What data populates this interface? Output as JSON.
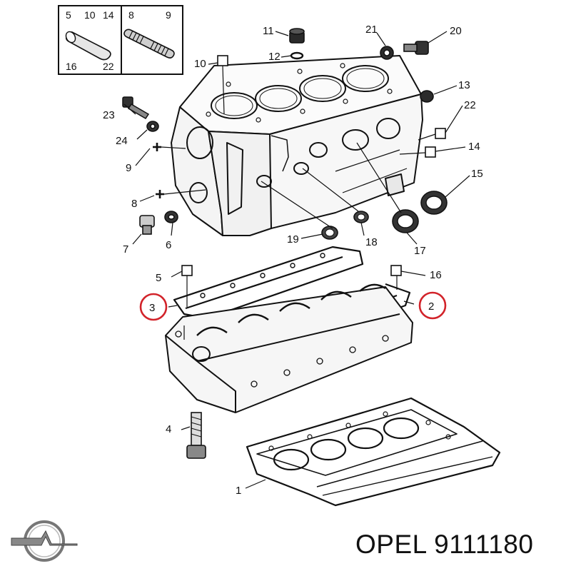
{
  "diagram": {
    "inset_labels": [
      "5",
      "10",
      "14",
      "8",
      "9",
      "16",
      "22"
    ],
    "callouts": [
      "11",
      "12",
      "10",
      "21",
      "20",
      "13",
      "22",
      "14",
      "15",
      "23",
      "24",
      "9",
      "8",
      "7",
      "6",
      "19",
      "18",
      "17",
      "5",
      "16",
      "3",
      "2",
      "4",
      "1"
    ],
    "highlight_color": "#d2232a"
  },
  "caption": {
    "brand": "OPEL",
    "part_number": "9111180"
  },
  "logo": {
    "icon": "opel-blitz-logo"
  }
}
